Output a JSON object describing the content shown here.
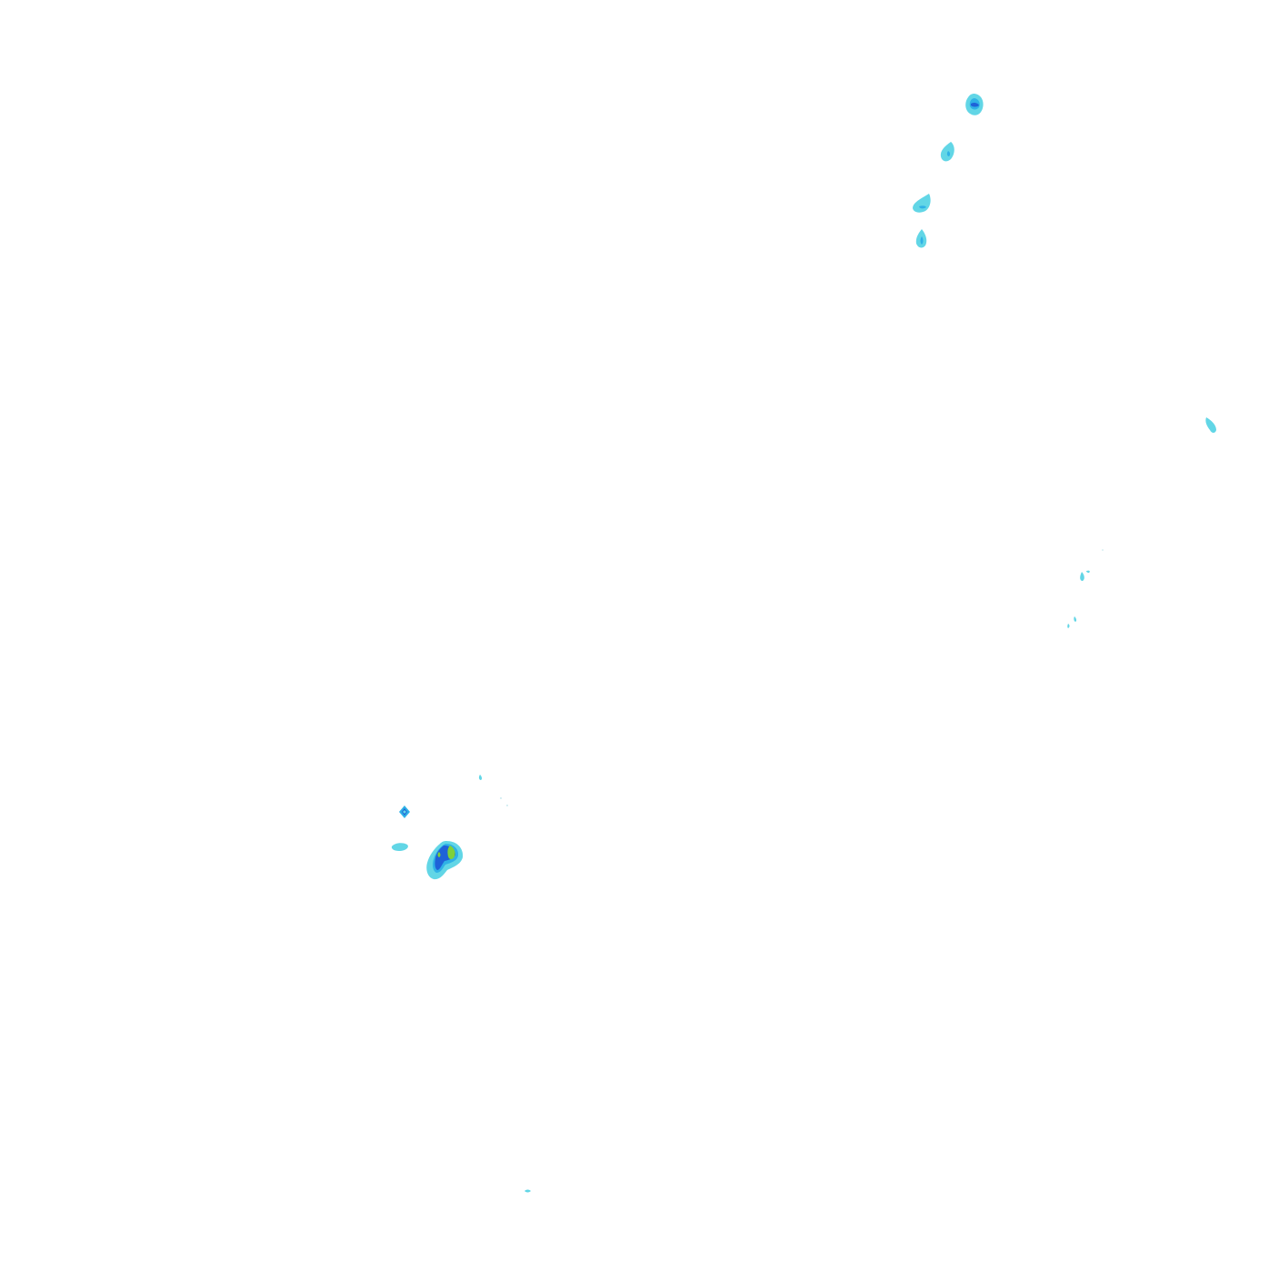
{
  "map": {
    "background_color": "#ffffff",
    "contour_levels": [
      {
        "level": 1,
        "color": "#62d6e6"
      },
      {
        "level": 2,
        "color": "#2fb1e6"
      },
      {
        "level": 3,
        "color": "#1f62d8"
      },
      {
        "level": 4,
        "color": "#7ed13a"
      }
    ]
  }
}
